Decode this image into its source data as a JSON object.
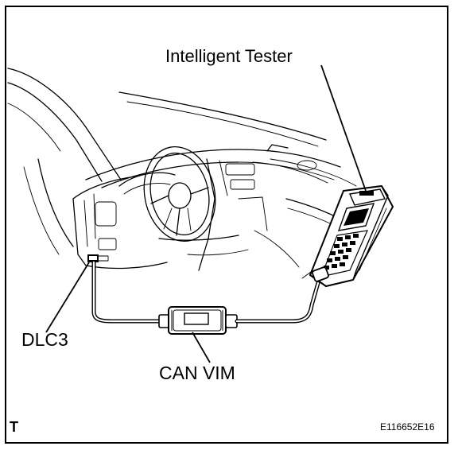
{
  "labels": {
    "tester": "Intelligent Tester",
    "dlc3": "DLC3",
    "can_vim": "CAN VIM",
    "view_marker": "T",
    "figure_code": "E116652E16"
  }
}
